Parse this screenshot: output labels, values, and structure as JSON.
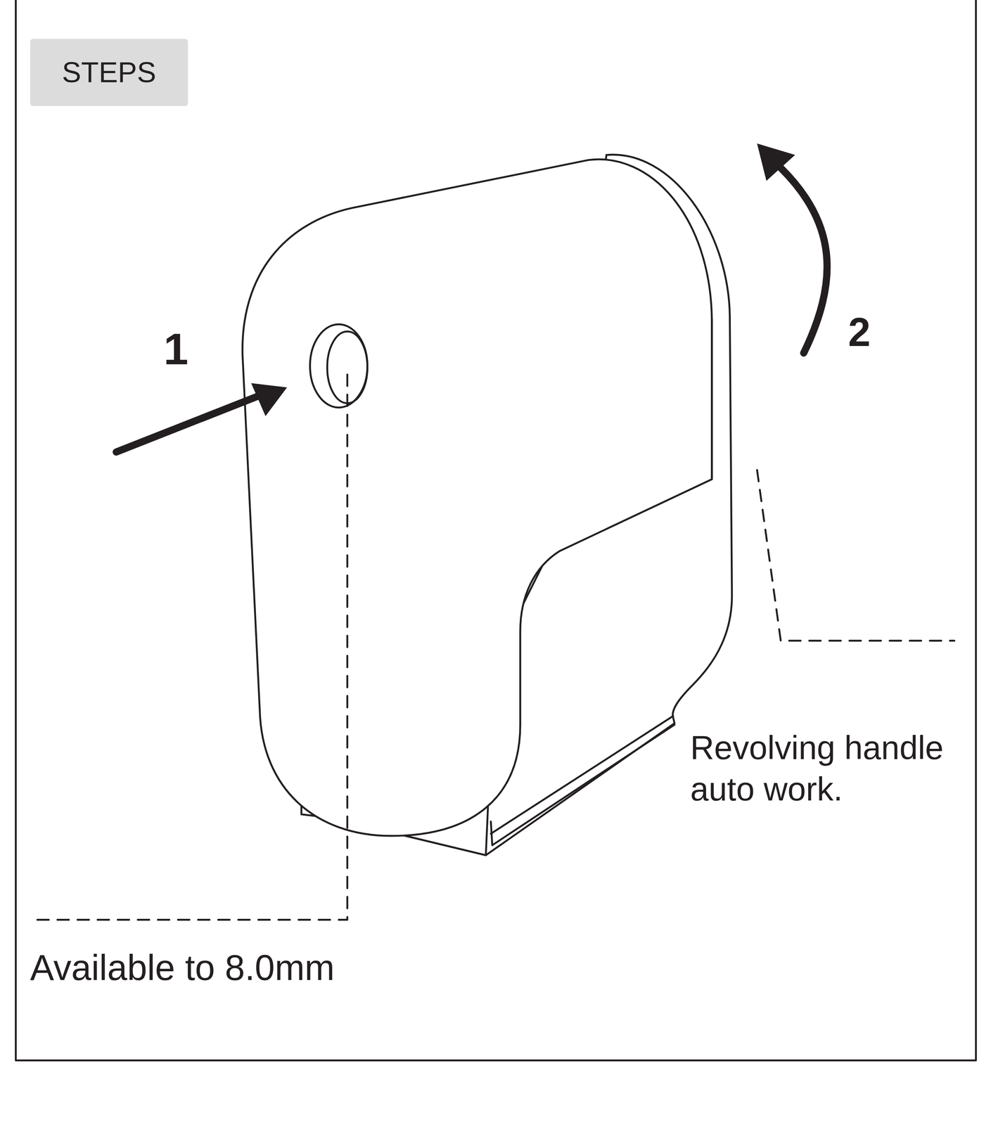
{
  "diagram": {
    "nodes": [
      {
        "text": [
          "STEPS"
        ]
      }
    ],
    "labels": [
      "1",
      "2",
      "Revolving handle auto work.",
      "Available to 8.0mm"
    ]
  }
}
